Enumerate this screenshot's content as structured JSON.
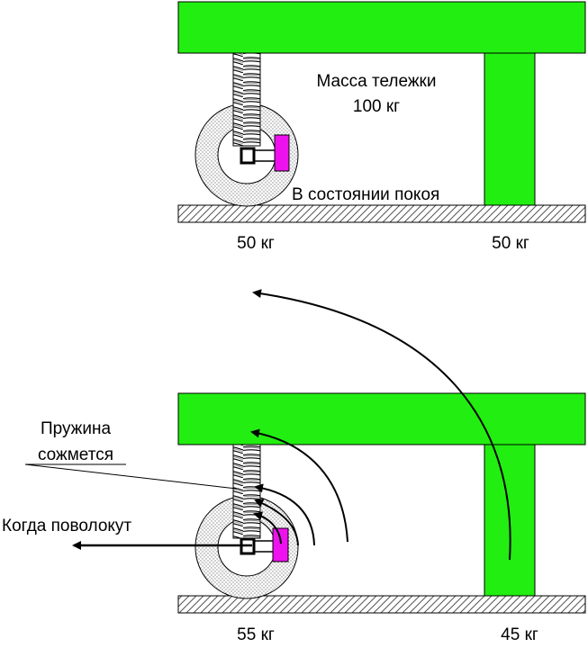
{
  "colors": {
    "frame_green": "#22ee11",
    "bracket_magenta": "#ee11ee",
    "outline": "#000000",
    "ground_hatch": "#555555",
    "wheel_stipple": "#cfcfcf"
  },
  "top_scene": {
    "mass_label_line1": "Масса тележки",
    "mass_label_line2": "100 кг",
    "state_label": "В состоянии покоя",
    "left_load": "50 кг",
    "right_load": "50 кг"
  },
  "bottom_scene": {
    "spring_label_line1": "Пружина",
    "spring_label_line2": "сожмется",
    "pull_label": "Когда поволокут",
    "left_load": "55 кг",
    "right_load": "45 кг"
  }
}
